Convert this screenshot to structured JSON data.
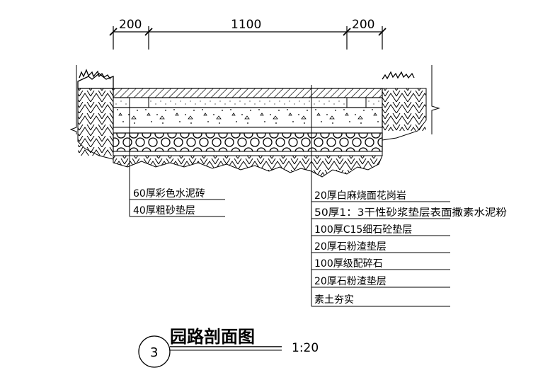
{
  "dimensions": {
    "left": "200",
    "middle": "1100",
    "right": "200"
  },
  "labels_left": [
    "60厚彩色水泥砖",
    "40厚粗砂垫层"
  ],
  "labels_right": [
    "20厚白麻烧面花岗岩",
    "50厚1：3干性砂浆垫层表面撒素水泥粉",
    "100厚C15细石砼垫层",
    "20厚石粉渣垫层",
    "100厚级配碎石",
    "20厚石粉渣垫层",
    "素土夯实"
  ],
  "title": {
    "number": "3",
    "name": "园路剖面图",
    "scale": "1:20"
  }
}
